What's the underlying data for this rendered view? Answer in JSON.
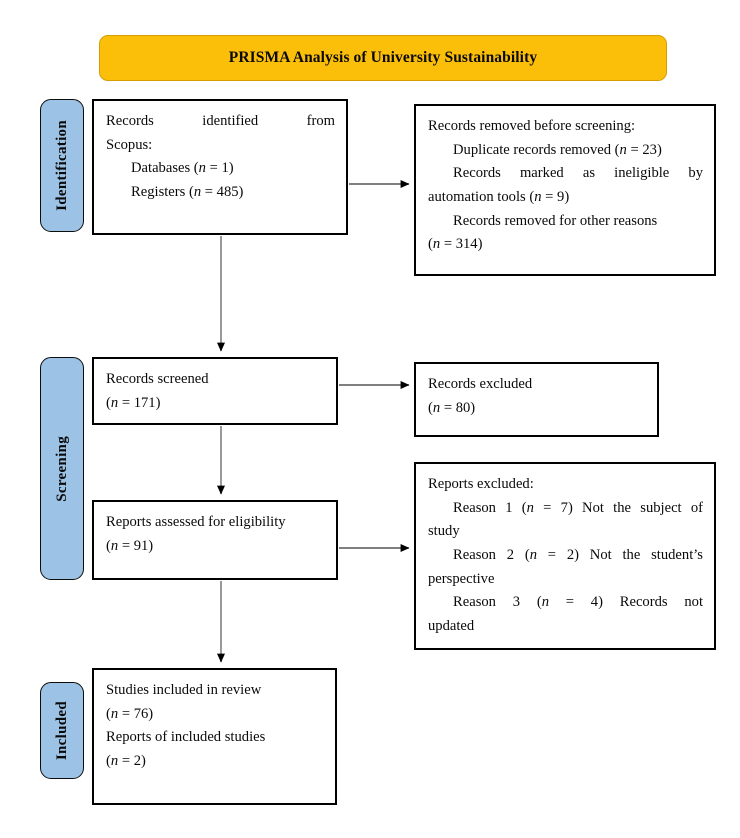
{
  "title": {
    "text": "PRISMA Analysis of University Sustainability",
    "fill_color": "#FCBF09",
    "border_color": "#D79E02"
  },
  "stages": [
    {
      "name": "identification",
      "label": "Identification"
    },
    {
      "name": "screening",
      "label": "Screening"
    },
    {
      "name": "included",
      "label": "Included"
    }
  ],
  "stage_fill_color": "#9CC3E5",
  "boxes": {
    "identified": {
      "line1": "Records identified from",
      "line2": "Scopus:",
      "line3_pre": "Databases (",
      "line3_n": "n",
      "line3_post": " = 1)",
      "line4_pre": "Registers (",
      "line4_n": "n",
      "line4_post": " = 485)"
    },
    "removed": {
      "line1": "Records removed before screening:",
      "line2_pre": "Duplicate records removed (",
      "line2_n": "n",
      "line2_post": " = 23)",
      "line3a": "Records marked as ineligible by",
      "line3b_pre": "automation tools (",
      "line3b_n": "n",
      "line3b_post": " = 9)",
      "line4a": "Records removed for other reasons",
      "line4b_pre": "(",
      "line4b_n": "n",
      "line4b_post": " = 314)"
    },
    "screened": {
      "line1": "Records screened",
      "line2_pre": "(",
      "line2_n": "n",
      "line2_post": " = 171)"
    },
    "excluded": {
      "line1": "Records excluded",
      "line2_pre": "(",
      "line2_n": "n",
      "line2_post": " = 80)"
    },
    "eligibility": {
      "line1": "Reports assessed for eligibility",
      "line2_pre": "(",
      "line2_n": "n",
      "line2_post": " = 91)"
    },
    "reports_excluded": {
      "line1": "Reports excluded:",
      "reason1_pre": "Reason 1 (",
      "reason1_n": "n",
      "reason1_post": " = 7) Not the subject of",
      "reason1_cont": "study",
      "reason2_pre": "Reason 2 (",
      "reason2_n": "n",
      "reason2_post": " = 2) Not the student’s",
      "reason2_cont": "perspective",
      "reason3_pre": "Reason 3 (",
      "reason3_n": "n",
      "reason3_post": " = 4) Records not",
      "reason3_cont": "updated"
    },
    "included": {
      "line1": "Studies included in review",
      "line2_pre": "(",
      "line2_n": "n",
      "line2_post": " = 76)",
      "line3": "Reports of included studies",
      "line4_pre": "(",
      "line4_n": "n",
      "line4_post": " = 2)"
    }
  },
  "chart_data": {
    "type": "diagram",
    "title": "PRISMA Analysis of University Sustainability",
    "diagram_kind": "PRISMA 2020 flow diagram",
    "stages": [
      "Identification",
      "Screening",
      "Included"
    ],
    "nodes": [
      {
        "id": "identified",
        "stage": "Identification",
        "label": "Records identified from Scopus",
        "counts": {
          "Databases": 1,
          "Registers": 485
        }
      },
      {
        "id": "removed",
        "stage": "Identification",
        "label": "Records removed before screening",
        "counts": {
          "Duplicate records removed": 23,
          "Records marked as ineligible by automation tools": 9,
          "Records removed for other reasons": 314
        }
      },
      {
        "id": "screened",
        "stage": "Screening",
        "label": "Records screened",
        "n": 171
      },
      {
        "id": "excluded",
        "stage": "Screening",
        "label": "Records excluded",
        "n": 80
      },
      {
        "id": "eligibility",
        "stage": "Screening",
        "label": "Reports assessed for eligibility",
        "n": 91
      },
      {
        "id": "reports_excluded",
        "stage": "Screening",
        "label": "Reports excluded",
        "counts": {
          "Reason 1 Not the subject of study": 7,
          "Reason 2 Not the student’s perspective": 2,
          "Reason 3 Records not updated": 4
        }
      },
      {
        "id": "included",
        "stage": "Included",
        "label": "Studies included in review",
        "counts": {
          "Studies included in review": 76,
          "Reports of included studies": 2
        }
      }
    ],
    "edges": [
      {
        "from": "identified",
        "to": "removed",
        "direction": "right"
      },
      {
        "from": "identified",
        "to": "screened",
        "direction": "down"
      },
      {
        "from": "screened",
        "to": "excluded",
        "direction": "right"
      },
      {
        "from": "screened",
        "to": "eligibility",
        "direction": "down"
      },
      {
        "from": "eligibility",
        "to": "reports_excluded",
        "direction": "right"
      },
      {
        "from": "eligibility",
        "to": "included",
        "direction": "down"
      }
    ]
  }
}
